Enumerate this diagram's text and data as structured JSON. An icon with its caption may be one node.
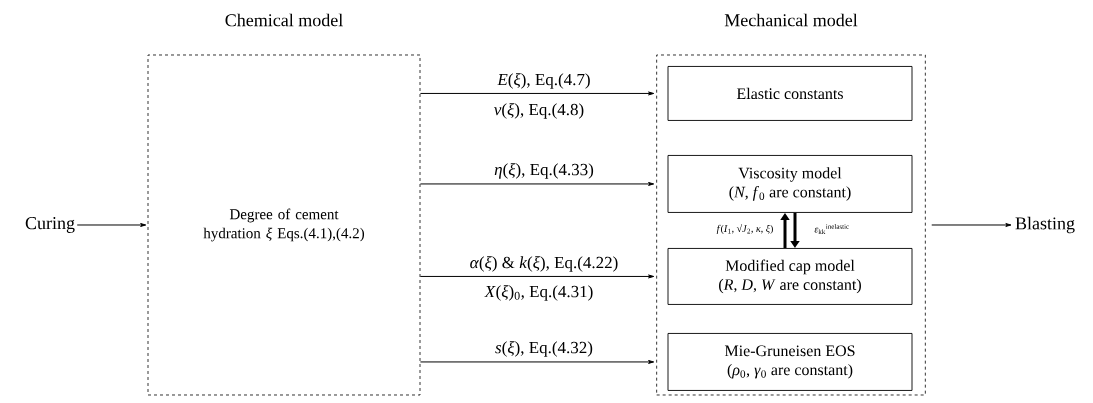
{
  "diagram": {
    "nodes": [
      {
        "text": [
          "Curing"
        ]
      },
      {
        "text": [
          "Chemical model",
          "Degree of cement hydration *ξ* Eqs.(4.1),(4.2)"
        ]
      },
      {
        "text": [
          "Mechanical model"
        ]
      },
      {
        "text": [
          "Elastic constants"
        ],
        "in": 2
      },
      {
        "text": [
          "Viscosity model",
          "(*N*, *f*$_{0}$ are constant)"
        ],
        "in": 2
      },
      {
        "text": [
          "Modified cap model",
          "(*R*, *D*, *W* are constant)"
        ],
        "in": 2
      },
      {
        "text": [
          "Mie-Gruneisen EOS",
          "(*ρ*$_{0}$, *γ*$_{0}$ are constant)"
        ],
        "in": 2
      },
      {
        "text": [
          "Blasting"
        ]
      }
    ],
    "edges": [
      {
        "from": 0,
        "to": 1,
        "arrow": "to"
      },
      {
        "from": 1,
        "to": 3,
        "arrow": "to",
        "label": "*E*(*ξ*), Eq.(4.7)"
      },
      {
        "from": 1,
        "to": 4,
        "arrow": "to",
        "label": "*η*(*ξ*), Eq.(4.33)"
      },
      {
        "from": 1,
        "to": 5,
        "arrow": "to",
        "label": "*α*(*ξ*) & *k*(*ξ*), Eq.(4.22)"
      },
      {
        "from": 1,
        "to": 6,
        "arrow": "to",
        "label": "*s*(*ξ*), Eq.(4.32)"
      },
      {
        "from": 5,
        "to": 4,
        "arrow": "to",
        "style": "thick",
        "label": "*f*(*I*$_{1}$, √*J*$_{2}$, *κ*, *ξ*)"
      },
      {
        "from": 4,
        "to": 5,
        "arrow": "to",
        "style": "thick",
        "label": "*ε*$_{kk}$$^{inelastic}$"
      },
      {
        "from": 2,
        "to": 7,
        "arrow": "to"
      }
    ],
    "labels": [
      "*ν*(*ξ*), Eq.(4.8)",
      "*X*(*ξ*)$_{0}$, Eq.(4.31)"
    ]
  }
}
